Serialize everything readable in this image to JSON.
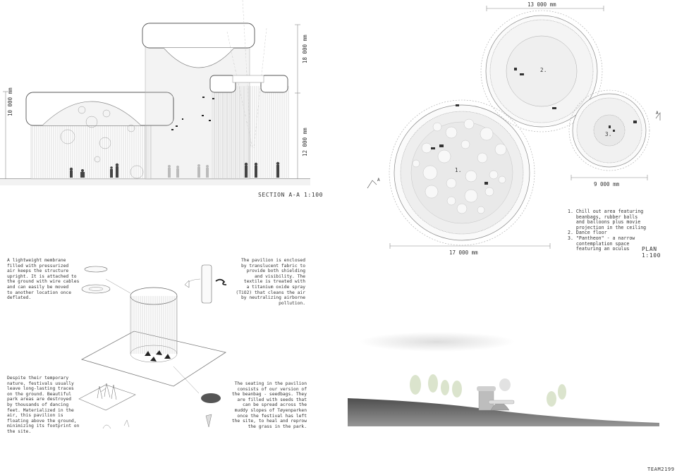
{
  "section": {
    "title": "SECTION A-A 1:100",
    "dim_left": "10 000 mm",
    "dim_top_right": "18 000 mm",
    "dim_mid_right": "12 000 mm"
  },
  "plan": {
    "title": "PLAN 1:100",
    "dim_top": "13 000 mm",
    "dim_bottom": "17 000 mm",
    "dim_small": "9 000 mm",
    "marker_left": "A",
    "marker_right": "A",
    "zone_1": "1.",
    "zone_2": "2.",
    "zone_3": "3.",
    "legend": [
      "1. Chill out area featuring",
      "   beanbags, rubber balls",
      "   and balloons plus movie",
      "   projection in the ceiling",
      "2. Dance floor",
      "3. \"Pantheon\" - a narrow",
      "   contemplation space",
      "   featuring an oculus"
    ]
  },
  "concept": {
    "membrane": "A lightweight membrane\nfilled with pressurized\nair keeps the structure\nupright. It is attached to\nthe ground with wire cables\nand can easily be moved\nto another location once\ndeflated.",
    "fabric": "The pavilion is enclosed\nby translucent fabric to\nprovide both shielding\nand visibility. The\ntextile is treated with\na titanium oxide spray\n(TiO2) that cleans the air\nby neutralizing airborne\npollution.",
    "footprint": "Despite their temporary\nnature, festivals usually\nleave long-lasting traces\non the ground. Beautiful\npark areas are destroyed\nby thousands of dancing\nfeet. Materialized in the\nair, this pavilion is\nfloating above the ground,\nminimizing its footprint on\nthe site.",
    "seating": "The seating in the pavilion\nconsists of our version of\nthe beanbag - seedbags. They\nare filled with seeds that\ncan be spread across the\nmuddy slopes of Tøyenparken\nonce the festival has left\nthe site, to heal and reprow\nthe grass in the park."
  },
  "footer": {
    "team": "TEAM2199"
  }
}
